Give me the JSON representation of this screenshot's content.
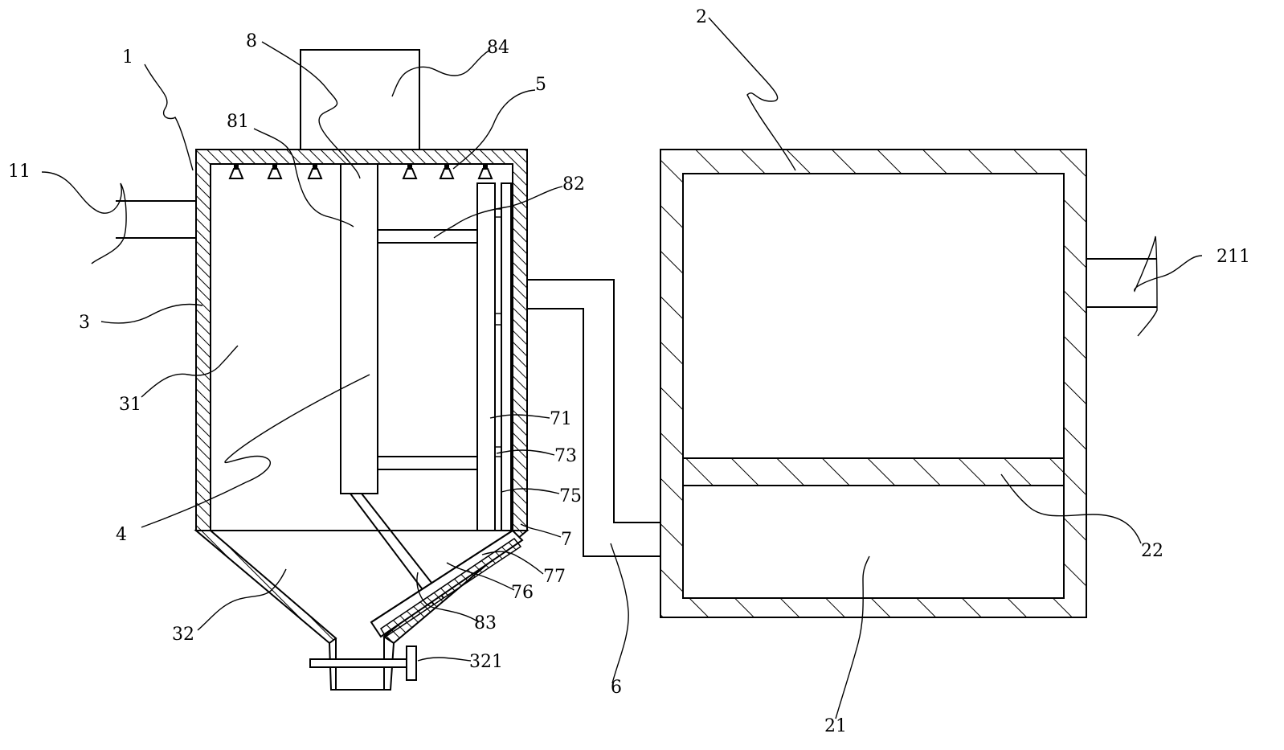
{
  "labels": {
    "l1": "1",
    "l2": "2",
    "l3": "3",
    "l4": "4",
    "l5": "5",
    "l6": "6",
    "l7": "7",
    "l8": "8",
    "l11": "11",
    "l21": "21",
    "l22": "22",
    "l31": "31",
    "l32": "32",
    "l71": "71",
    "l73": "73",
    "l75": "75",
    "l76": "76",
    "l77": "77",
    "l81": "81",
    "l82": "82",
    "l83": "83",
    "l84": "84",
    "l211": "211",
    "l321": "321"
  }
}
